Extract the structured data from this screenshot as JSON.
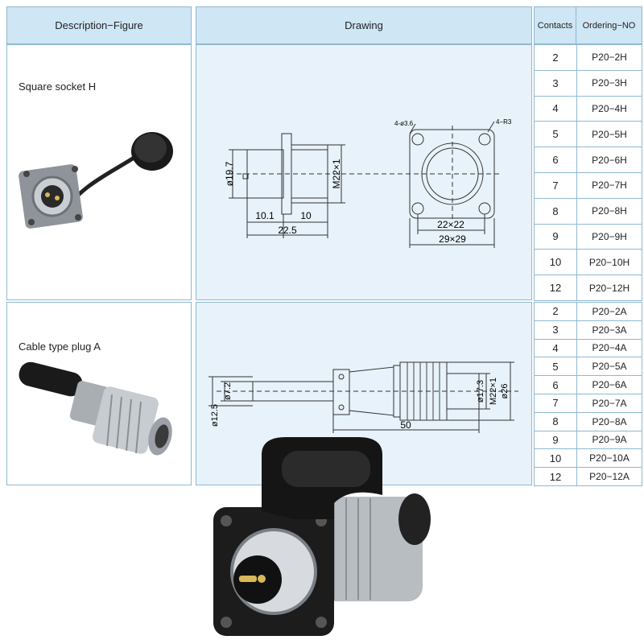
{
  "headers": {
    "description": "Description−Figure",
    "drawing": "Drawing",
    "contacts": "Contacts",
    "ordering": "Ordering−NO"
  },
  "sections": [
    {
      "label": "Square socket  H",
      "dimensions": {
        "dia_body": "ø19.7",
        "thread": "M22×1",
        "len_a": "10.1",
        "len_b": "10",
        "len_total": "22.5",
        "holes": "4-ø3.6",
        "radius": "4−R3",
        "inner_square": "22×22",
        "outer_square": "29×29"
      },
      "rows": [
        {
          "contacts": "2",
          "order": "P20−2H"
        },
        {
          "contacts": "3",
          "order": "P20−3H"
        },
        {
          "contacts": "4",
          "order": "P20−4H"
        },
        {
          "contacts": "5",
          "order": "P20−5H"
        },
        {
          "contacts": "6",
          "order": "P20−6H"
        },
        {
          "contacts": "7",
          "order": "P20−7H"
        },
        {
          "contacts": "8",
          "order": "P20−8H"
        },
        {
          "contacts": "9",
          "order": "P20−9H"
        },
        {
          "contacts": "10",
          "order": "P20−10H"
        },
        {
          "contacts": "12",
          "order": "P20−12H"
        }
      ]
    },
    {
      "label": "Cable type plug A",
      "dimensions": {
        "dia_cable": "ø7.2",
        "dia_rear": "ø12.5",
        "dia_inner": "ø17.3",
        "thread": "M22×1",
        "dia_outer": "ø26",
        "length": "50"
      },
      "rows": [
        {
          "contacts": "2",
          "order": "P20−2A"
        },
        {
          "contacts": "3",
          "order": "P20−3A"
        },
        {
          "contacts": "4",
          "order": "P20−4A"
        },
        {
          "contacts": "5",
          "order": "P20−5A"
        },
        {
          "contacts": "6",
          "order": "P20−6A"
        },
        {
          "contacts": "7",
          "order": "P20−7A"
        },
        {
          "contacts": "8",
          "order": "P20−8A"
        },
        {
          "contacts": "9",
          "order": "P20−9A"
        },
        {
          "contacts": "10",
          "order": "P20−10A"
        },
        {
          "contacts": "12",
          "order": "P20−12A"
        }
      ]
    }
  ]
}
